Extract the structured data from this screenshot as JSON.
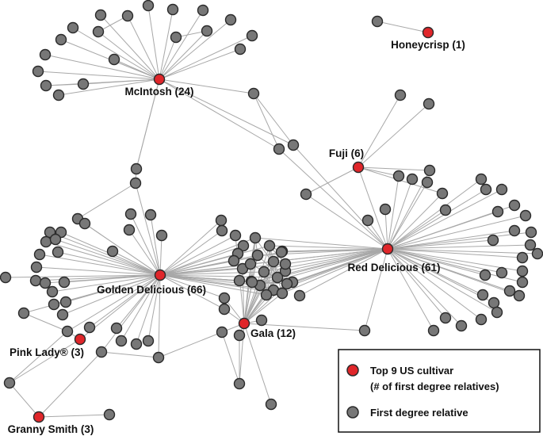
{
  "title": "Apple cultivar pedigree network",
  "colors": {
    "cultivar": "#e0262a",
    "relative": "#777777",
    "node_stroke": "#2a2a2a",
    "edge": "#a8a8a8"
  },
  "cultivars": [
    {
      "id": "mcintosh",
      "label": "McIntosh (24)",
      "name": "McIntosh",
      "relatives": 24
    },
    {
      "id": "honeycrisp",
      "label": "Honeycrisp (1)",
      "name": "Honeycrisp",
      "relatives": 1
    },
    {
      "id": "fuji",
      "label": "Fuji (6)",
      "name": "Fuji",
      "relatives": 6
    },
    {
      "id": "red-delicious",
      "label": "Red Delicious (61)",
      "name": "Red Delicious",
      "relatives": 61
    },
    {
      "id": "golden-delicious",
      "label": "Golden Delicious (66)",
      "name": "Golden Delicious",
      "relatives": 66
    },
    {
      "id": "gala",
      "label": "Gala (12)",
      "name": "Gala",
      "relatives": 12
    },
    {
      "id": "pink-lady",
      "label": "Pink Lady® (3)",
      "name": "Pink Lady®",
      "relatives": 3
    },
    {
      "id": "granny-smith",
      "label": "Granny Smith (3)",
      "name": "Granny Smith",
      "relatives": 3
    }
  ],
  "legend": {
    "cultivar_line1": "Top 9 US cultivar",
    "cultivar_line2": "(# of first degree relatives)",
    "relative": "First degree relative"
  }
}
